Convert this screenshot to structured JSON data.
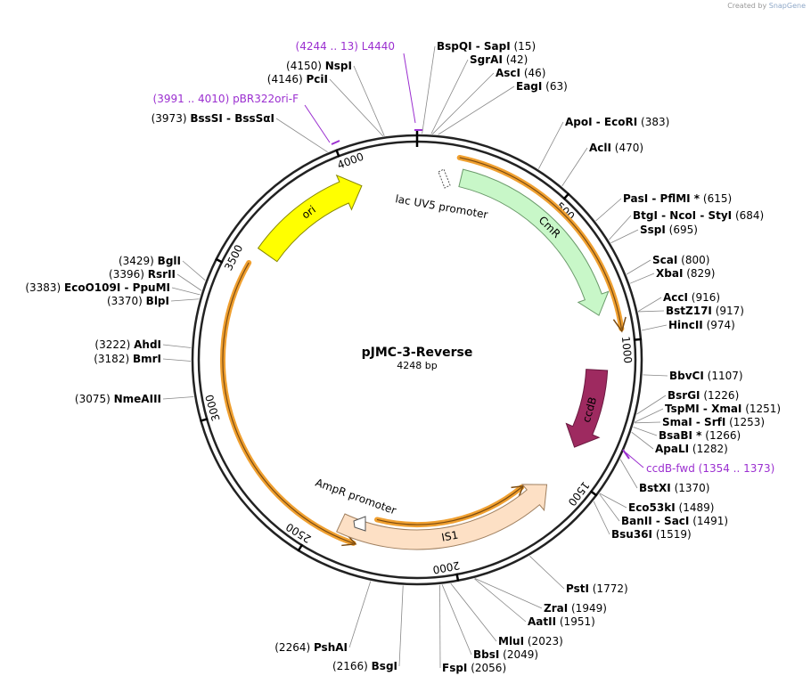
{
  "credit": {
    "prefix": "Created by",
    "brand": "SnapGene"
  },
  "plasmid": {
    "name": "pJMC-3-Reverse",
    "length_label": "4248 bp",
    "length": 4248
  },
  "ticks": [
    {
      "label": "500",
      "pos": 500
    },
    {
      "label": "1000",
      "pos": 1000
    },
    {
      "label": "1500",
      "pos": 1500
    },
    {
      "label": "2000",
      "pos": 2000
    },
    {
      "label": "2500",
      "pos": 2500
    },
    {
      "label": "3000",
      "pos": 3000
    },
    {
      "label": "3500",
      "pos": 3500
    },
    {
      "label": "4000",
      "pos": 4000
    }
  ],
  "features": [
    {
      "label": "CmR",
      "start": 160,
      "end": 900,
      "color": "#c8f7c8",
      "stroke": "#6a9a6a",
      "label_color": "#000"
    },
    {
      "label": "ccdB",
      "start": 1100,
      "end": 1405,
      "color": "#9e2a60",
      "stroke": "#6a1a40",
      "label_color": "#ffffff"
    },
    {
      "label": "IS1",
      "start": 1580,
      "end": 2420,
      "color": "#fde0c5",
      "stroke": "#a08060",
      "label_color": "#000"
    },
    {
      "label": "ori",
      "start": 3600,
      "end": 4040,
      "color": "#ffff00",
      "stroke": "#888800",
      "label_color": "#000"
    }
  ],
  "promoters": [
    {
      "label": "lac UV5 promoter"
    },
    {
      "label": "AmpR promoter"
    }
  ],
  "enzymes_right": [
    {
      "name": "BspQI",
      "name2": "SapI",
      "pos": "(15)"
    },
    {
      "name": "SgrAI",
      "pos": "(42)"
    },
    {
      "name": "AscI",
      "pos": "(46)"
    },
    {
      "name": "EagI",
      "pos": "(63)"
    },
    {
      "name": "ApoI",
      "name2": "EcoRI",
      "pos": "(383)"
    },
    {
      "name": "AclI",
      "pos": "(470)"
    },
    {
      "name": "PasI",
      "name2": "PflMI *",
      "pos": "(615)"
    },
    {
      "name": "BtgI",
      "name2": "NcoI",
      "name3": "StyI",
      "pos": "(684)"
    },
    {
      "name": "SspI",
      "pos": "(695)"
    },
    {
      "name": "ScaI",
      "pos": "(800)"
    },
    {
      "name": "XbaI",
      "pos": "(829)"
    },
    {
      "name": "AccI",
      "pos": "(916)"
    },
    {
      "name": "BstZ17I",
      "pos": "(917)"
    },
    {
      "name": "HincII",
      "pos": "(974)"
    },
    {
      "name": "BbvCI",
      "pos": "(1107)"
    },
    {
      "name": "BsrGI",
      "pos": "(1226)"
    },
    {
      "name": "TspMI",
      "name2": "XmaI",
      "pos": "(1251)"
    },
    {
      "name": "SmaI",
      "name2": "SrfI",
      "pos": "(1253)"
    },
    {
      "name": "BsaBI *",
      "pos": "(1266)"
    },
    {
      "name": "ApaLI",
      "pos": "(1282)"
    },
    {
      "name": "BstXI",
      "pos": "(1370)"
    },
    {
      "name": "Eco53kI",
      "pos": "(1489)"
    },
    {
      "name": "BanII",
      "name2": "SacI",
      "pos": "(1491)"
    },
    {
      "name": "Bsu36I",
      "pos": "(1519)"
    },
    {
      "name": "PstI",
      "pos": "(1772)"
    },
    {
      "name": "ZraI",
      "pos": "(1949)"
    },
    {
      "name": "AatII",
      "pos": "(1951)"
    },
    {
      "name": "MluI",
      "pos": "(2023)"
    },
    {
      "name": "BbsI",
      "pos": "(2049)"
    },
    {
      "name": "FspI",
      "pos": "(2056)"
    }
  ],
  "enzymes_left": [
    {
      "name": "NspI",
      "pos": "(4150)"
    },
    {
      "name": "PciI",
      "pos": "(4146)"
    },
    {
      "name": "BssSI",
      "name2": "BssSαI",
      "pos": "(3973)"
    },
    {
      "name": "BglI",
      "pos": "(3429)"
    },
    {
      "name": "RsrII",
      "pos": "(3396)"
    },
    {
      "name": "EcoO109I",
      "name2": "PpuMI",
      "pos": "(3383)"
    },
    {
      "name": "BlpI",
      "pos": "(3370)"
    },
    {
      "name": "AhdI",
      "pos": "(3222)"
    },
    {
      "name": "BmrI",
      "pos": "(3182)"
    },
    {
      "name": "NmeAIII",
      "pos": "(3075)"
    },
    {
      "name": "PshAI",
      "pos": "(2264)"
    },
    {
      "name": "BsgI",
      "pos": "(2166)"
    }
  ],
  "primers": [
    {
      "name": "L4440",
      "range": "(4244 .. 13)"
    },
    {
      "name": "pBR322ori-F",
      "range": "(3991 .. 4010)"
    },
    {
      "name": "ccdB-fwd",
      "range": "(1354 .. 1373)"
    }
  ],
  "colors": {
    "primer": "#9b2fd0",
    "orf_orange": "#f0a030",
    "backbone": "#222222"
  }
}
